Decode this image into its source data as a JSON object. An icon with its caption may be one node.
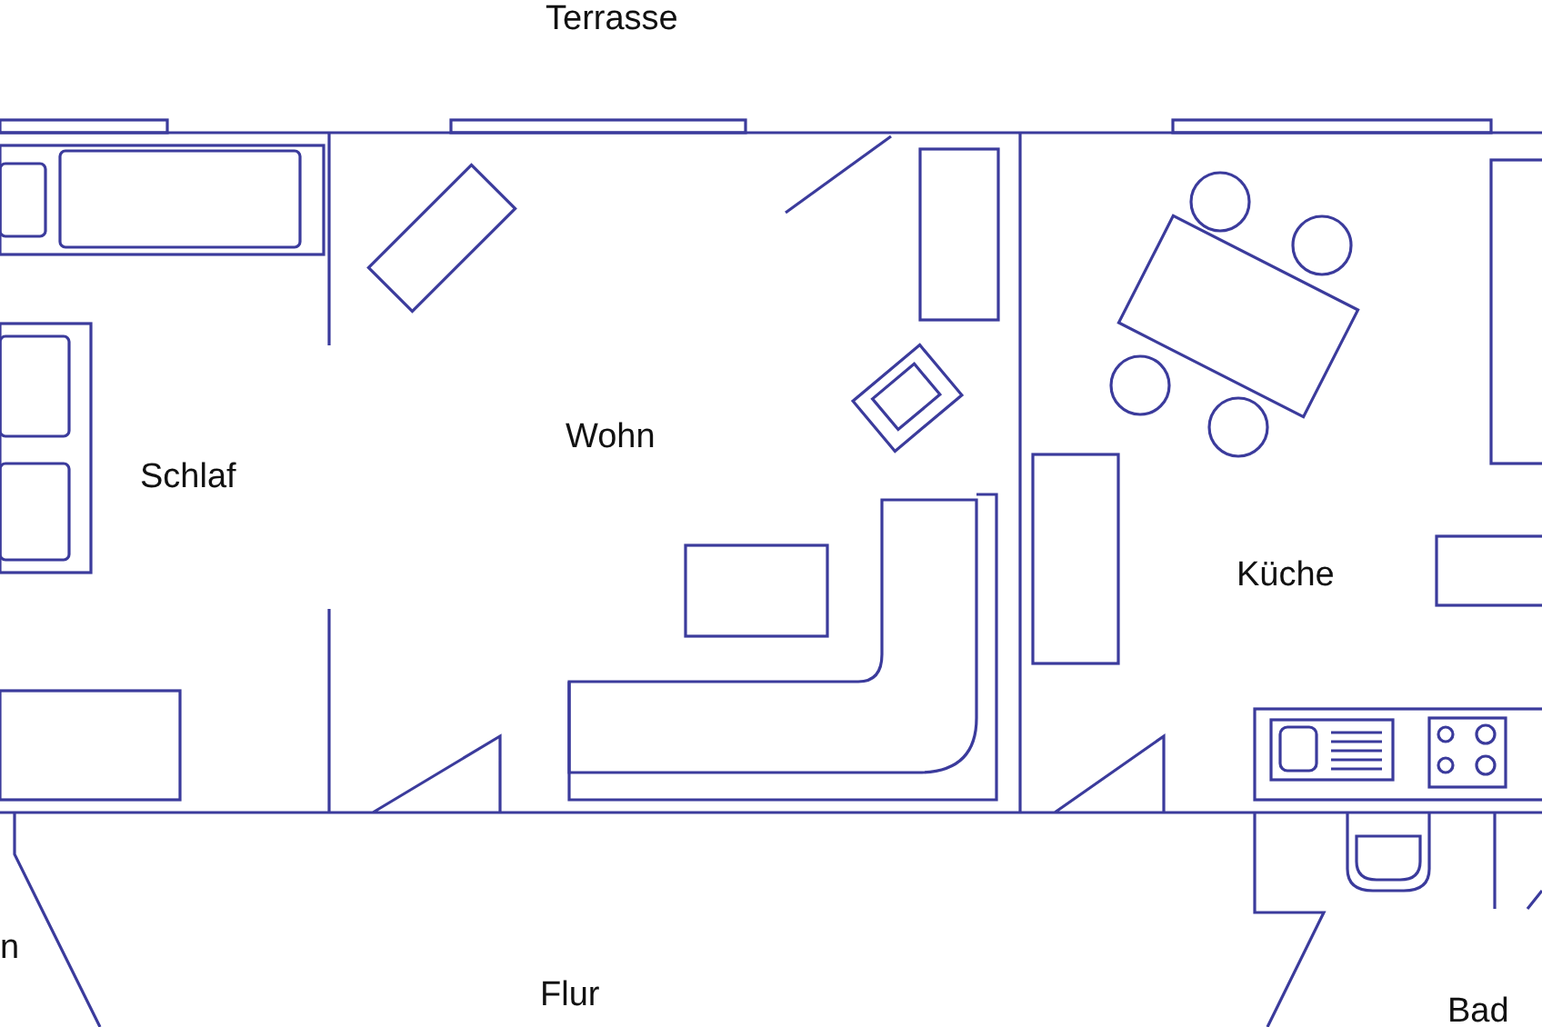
{
  "diagram": {
    "labels": [
      "Terrasse",
      "Schlaf",
      "Wohn",
      "Küche",
      "n",
      "Flur",
      "Bad"
    ]
  }
}
